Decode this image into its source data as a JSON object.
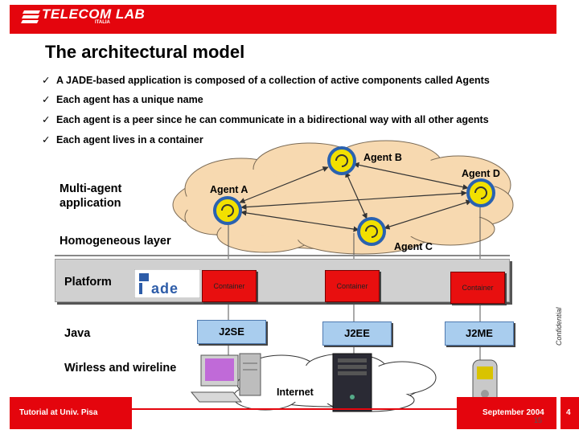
{
  "header": {
    "logo_text": "TELECOM LAB",
    "logo_sub": "ITALIA"
  },
  "title": "The architectural model",
  "bullets": [
    "A JADE-based application is composed of a collection of active components called Agents",
    "Each agent has a unique name",
    "Each agent is a peer since he can communicate in a bidirectional way with all other agents",
    "Each agent lives in a container"
  ],
  "layers": {
    "multi_agent": "Multi-agent application",
    "homogeneous": "Homogeneous layer",
    "platform": "Platform",
    "java": "Java",
    "wireless": "Wirless and wireline"
  },
  "agents": [
    "Agent A",
    "Agent B",
    "Agent C",
    "Agent D"
  ],
  "containers": [
    "Container",
    "Container",
    "Container"
  ],
  "java_editions": [
    "J2SE",
    "J2EE",
    "J2ME"
  ],
  "network_label": "Internet",
  "footer": {
    "left": "Tutorial at Univ. Pisa",
    "date": "September 2004",
    "page": "4",
    "slide_number": "15",
    "confidential": "Confidential"
  },
  "colors": {
    "brand_red": "#e4050d",
    "cloud": "#f7d9b0",
    "java_blue": "#a9cdee",
    "container_red": "#e80f0f"
  }
}
